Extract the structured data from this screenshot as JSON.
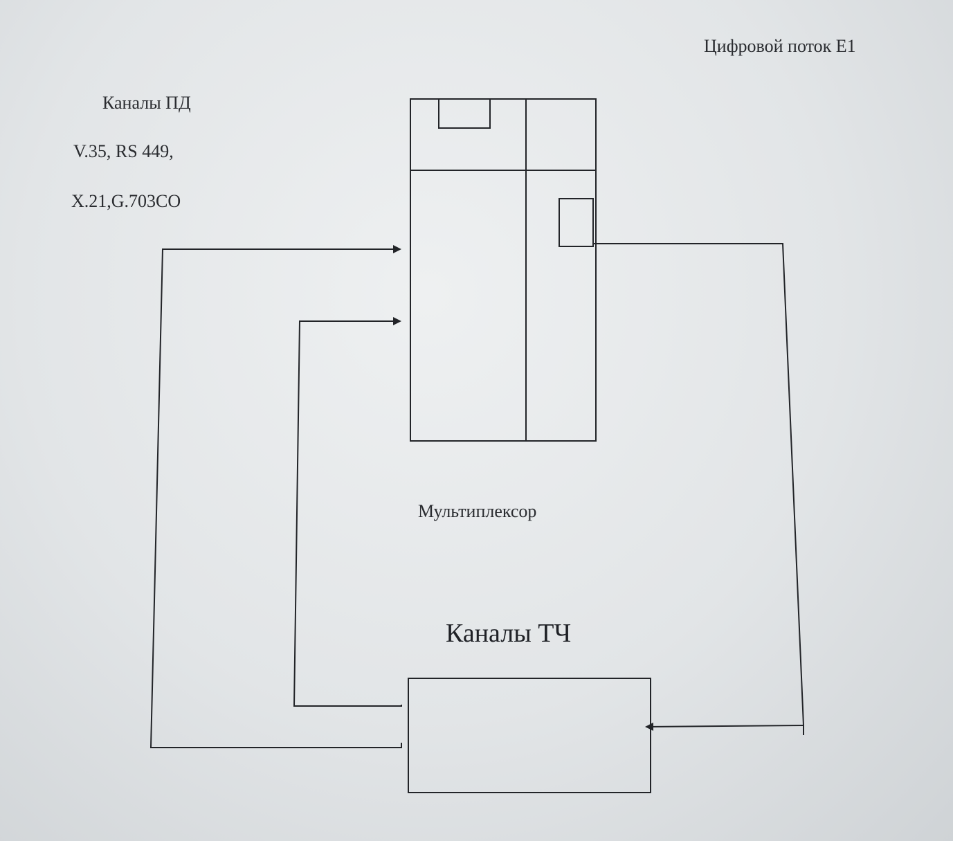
{
  "labels": {
    "digital_stream": "Цифровой поток E1",
    "data_channels_title": "Каналы ПД",
    "interfaces_line1": "V.35, RS 449,",
    "interfaces_line2": "X.21,G.703CO",
    "multiplexer": "Мультиплексор",
    "voice_channels": "Каналы ТЧ"
  },
  "colors": {
    "line": "#222428",
    "text": "#2a2c30"
  }
}
